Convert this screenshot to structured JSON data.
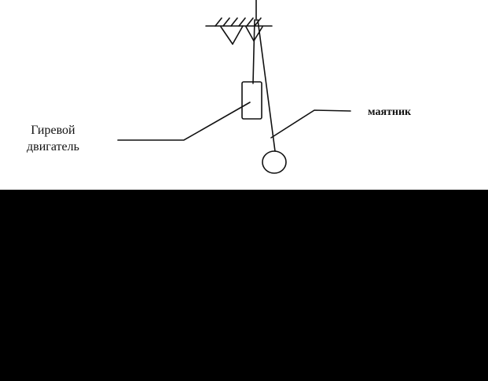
{
  "labels": {
    "weight_engine_line1": "Гиревой",
    "weight_engine_line2": "двигатель",
    "pendulum": "маятник"
  },
  "colors": {
    "background": "#ffffff",
    "ink": "#111111",
    "lower_region": "#000000"
  }
}
